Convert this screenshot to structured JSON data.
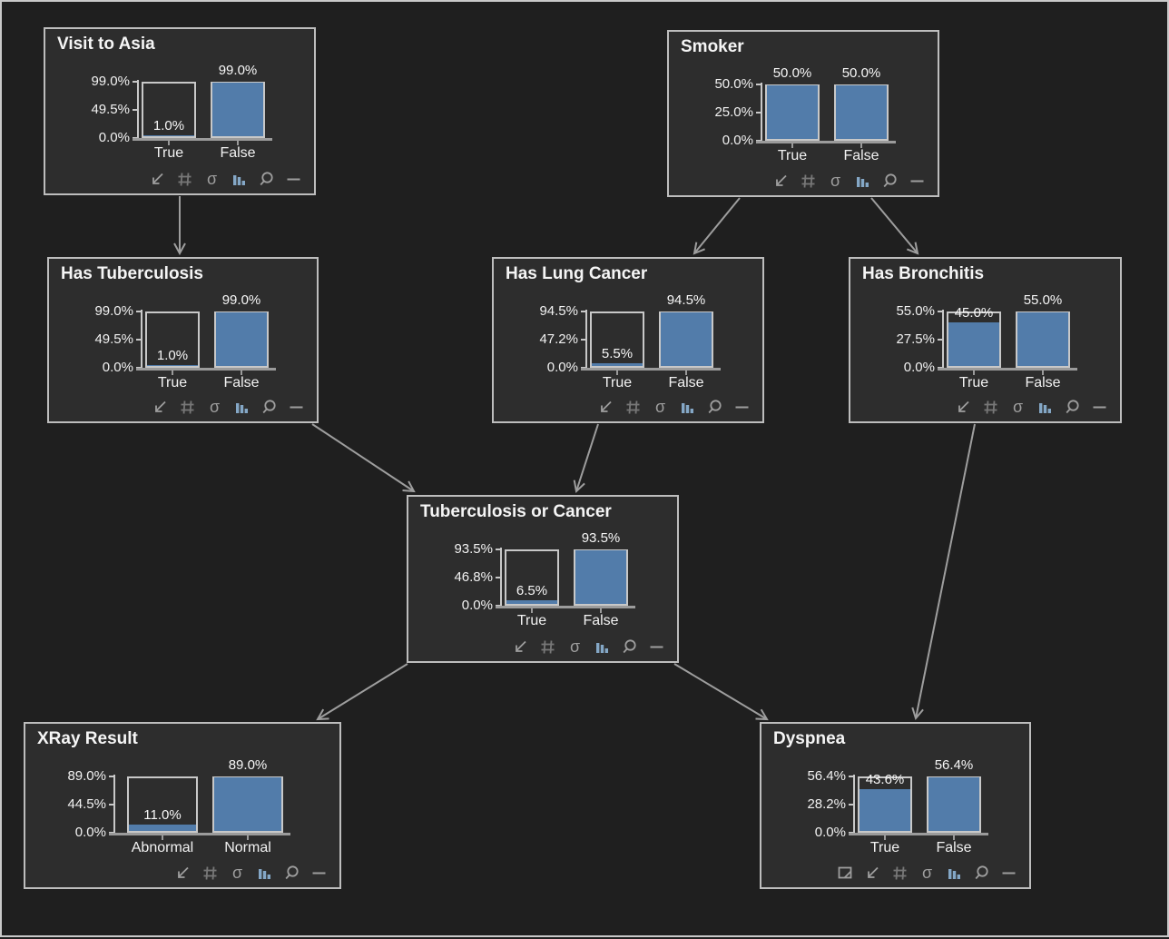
{
  "app": {
    "background": "#1f1f1f",
    "frame_border": "#c9c9c9"
  },
  "colors": {
    "node_background": "#2d2d2d",
    "node_border": "#bdbdbd",
    "bar_fill": "#527caa",
    "bar_outline": "#c8c8c8",
    "baseline": "#9b9b9b",
    "edge": "#9e9e9e",
    "text": "#f2f2f2",
    "icon": "#9e9e9e",
    "icon_dim": "#777777",
    "icon_chart": "#84a7c6"
  },
  "nodes": [
    {
      "id": "visit-to-asia",
      "title": "Visit to Asia",
      "axis_ticks": [
        "99.0%",
        "49.5%",
        "0.0%"
      ],
      "axis_max": 99.0,
      "bars": [
        {
          "label": "True",
          "value": 1.0,
          "display": "1.0%"
        },
        {
          "label": "False",
          "value": 99.0,
          "display": "99.0%"
        }
      ],
      "toolbar": [
        "collapse",
        "grid",
        "sigma",
        "bar-chart",
        "zoom",
        "minimize"
      ]
    },
    {
      "id": "smoker",
      "title": "Smoker",
      "axis_ticks": [
        "50.0%",
        "25.0%",
        "0.0%"
      ],
      "axis_max": 50.0,
      "bars": [
        {
          "label": "True",
          "value": 50.0,
          "display": "50.0%"
        },
        {
          "label": "False",
          "value": 50.0,
          "display": "50.0%"
        }
      ],
      "toolbar": [
        "collapse",
        "grid",
        "sigma",
        "bar-chart",
        "zoom",
        "minimize"
      ]
    },
    {
      "id": "has-tuberculosis",
      "title": "Has Tuberculosis",
      "axis_ticks": [
        "99.0%",
        "49.5%",
        "0.0%"
      ],
      "axis_max": 99.0,
      "bars": [
        {
          "label": "True",
          "value": 1.0,
          "display": "1.0%"
        },
        {
          "label": "False",
          "value": 99.0,
          "display": "99.0%"
        }
      ],
      "toolbar": [
        "collapse",
        "grid",
        "sigma",
        "bar-chart",
        "zoom",
        "minimize"
      ]
    },
    {
      "id": "has-lung-cancer",
      "title": "Has Lung Cancer",
      "axis_ticks": [
        "94.5%",
        "47.2%",
        "0.0%"
      ],
      "axis_max": 94.5,
      "bars": [
        {
          "label": "True",
          "value": 5.5,
          "display": "5.5%"
        },
        {
          "label": "False",
          "value": 94.5,
          "display": "94.5%"
        }
      ],
      "toolbar": [
        "collapse",
        "grid",
        "sigma",
        "bar-chart",
        "zoom",
        "minimize"
      ]
    },
    {
      "id": "has-bronchitis",
      "title": "Has Bronchitis",
      "axis_ticks": [
        "55.0%",
        "27.5%",
        "0.0%"
      ],
      "axis_max": 55.0,
      "bars": [
        {
          "label": "True",
          "value": 45.0,
          "display": "45.0%"
        },
        {
          "label": "False",
          "value": 55.0,
          "display": "55.0%"
        }
      ],
      "toolbar": [
        "collapse",
        "grid",
        "sigma",
        "bar-chart",
        "zoom",
        "minimize"
      ]
    },
    {
      "id": "tuberculosis-or-cancer",
      "title": "Tuberculosis or Cancer",
      "axis_ticks": [
        "93.5%",
        "46.8%",
        "0.0%"
      ],
      "axis_max": 93.5,
      "bars": [
        {
          "label": "True",
          "value": 6.5,
          "display": "6.5%"
        },
        {
          "label": "False",
          "value": 93.5,
          "display": "93.5%"
        }
      ],
      "toolbar": [
        "collapse",
        "grid",
        "sigma",
        "bar-chart",
        "zoom",
        "minimize"
      ]
    },
    {
      "id": "xray-result",
      "title": "XRay Result",
      "axis_ticks": [
        "89.0%",
        "44.5%",
        "0.0%"
      ],
      "axis_max": 89.0,
      "bars": [
        {
          "label": "Abnormal",
          "value": 11.0,
          "display": "11.0%"
        },
        {
          "label": "Normal",
          "value": 89.0,
          "display": "89.0%"
        }
      ],
      "toolbar": [
        "collapse",
        "grid",
        "sigma",
        "bar-chart",
        "zoom",
        "minimize"
      ]
    },
    {
      "id": "dyspnea",
      "title": "Dyspnea",
      "axis_ticks": [
        "56.4%",
        "28.2%",
        "0.0%"
      ],
      "axis_max": 56.4,
      "bars": [
        {
          "label": "True",
          "value": 43.6,
          "display": "43.6%"
        },
        {
          "label": "False",
          "value": 56.4,
          "display": "56.4%"
        }
      ],
      "toolbar": [
        "corner-box",
        "collapse",
        "grid",
        "sigma",
        "bar-chart",
        "zoom",
        "minimize"
      ]
    }
  ],
  "edges": [
    {
      "from": "visit-to-asia",
      "to": "has-tuberculosis"
    },
    {
      "from": "smoker",
      "to": "has-lung-cancer"
    },
    {
      "from": "smoker",
      "to": "has-bronchitis"
    },
    {
      "from": "has-tuberculosis",
      "to": "tuberculosis-or-cancer"
    },
    {
      "from": "has-lung-cancer",
      "to": "tuberculosis-or-cancer"
    },
    {
      "from": "has-bronchitis",
      "to": "dyspnea"
    },
    {
      "from": "tuberculosis-or-cancer",
      "to": "xray-result"
    },
    {
      "from": "tuberculosis-or-cancer",
      "to": "dyspnea"
    }
  ]
}
